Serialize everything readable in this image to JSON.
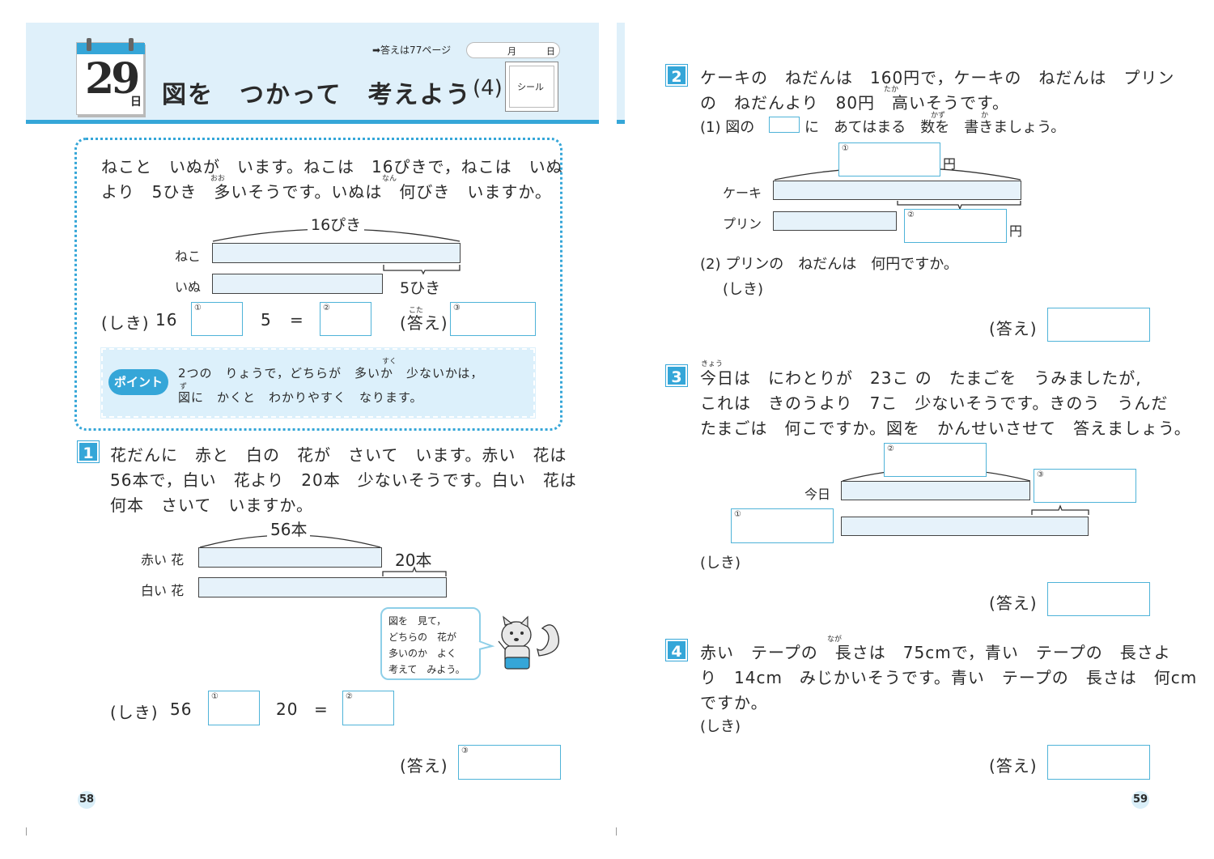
{
  "header": {
    "day_number": "29",
    "day_unit": "日",
    "title": "図を　つかって　考えよう",
    "title_part": "(4)",
    "answer_ref": "➡答えは77ページ",
    "month_label": "月",
    "day_label": "日",
    "sticker_label": "シール"
  },
  "example": {
    "line1": "ねこと　いぬが　います。ねこは　16ぴきで，ねこは　いぬ",
    "line2": "より　5ひき　多いそうです。いぬは　何びき　いますか。",
    "ruby_oo": "おお",
    "ruby_nan": "なん",
    "total_label": "16ぴき",
    "row1_label": "ねこ",
    "row2_label": "いぬ",
    "diff_label": "5ひき",
    "formula_label": "(しき)",
    "formula_a": "16",
    "formula_b": "5",
    "equals": "=",
    "answer_label": "(答え)",
    "ruby_kota": "こた",
    "box1": "①",
    "box2": "②",
    "box3": "③",
    "point_badge": "ポイント",
    "point_line1": "2つの　りょうで，どちらが　多いか　少ないかは，",
    "point_line2": "図に　かくと　わかりやすく　なります。",
    "ruby_suku": "すく",
    "ruby_zu": "ず"
  },
  "q1": {
    "number": "1",
    "line1": "花だんに　赤と　白の　花が　さいて　います。赤い　花は",
    "line2": "56本で，白い　花より　20本　少ないそうです。白い　花は",
    "line3": "何本　さいて　いますか。",
    "total_label": "56本",
    "row1_label": "赤い 花",
    "row2_label": "白い 花",
    "diff_label": "20本",
    "bubble_line1": "図を　見て，",
    "bubble_line2": "どちらの　花が",
    "bubble_line3": "多いのか　よく",
    "bubble_line4": "考えて　みよう。",
    "formula_label": "(しき)",
    "formula_a": "56",
    "formula_b": "20",
    "equals": "=",
    "answer_label": "(答え)",
    "box1": "①",
    "box2": "②",
    "box3": "③"
  },
  "q2": {
    "number": "2",
    "line1": "ケーキの　ねだんは　160円で，ケーキの　ねだんは　プリン",
    "line2": "の　ねだんより　80円　高いそうです。",
    "ruby_taka": "たか",
    "sub1_pre": "(1) 図の",
    "sub1_post": "に　あてはまる　数を　書きましょう。",
    "ruby_kazu": "かず",
    "ruby_ka": "か",
    "row1_label": "ケーキ",
    "row2_label": "プリン",
    "unit": "円",
    "box1": "①",
    "box2": "②",
    "sub2": "(2) プリンの　ねだんは　何円ですか。",
    "formula_label": "(しき)",
    "answer_label": "(答え)"
  },
  "q3": {
    "number": "3",
    "line1": "今日は　にわとりが　23こ の　たまごを　うみましたが,",
    "line2": "これは　きのうより　7こ　少ないそうです。きのう　うんだ",
    "line3": "たまごは　何こですか。図を　かんせいさせて　答えましょう。",
    "ruby_kyou": "きょう",
    "row1_label": "今日",
    "box1": "①",
    "box2": "②",
    "box3": "③",
    "formula_label": "(しき)",
    "answer_label": "(答え)"
  },
  "q4": {
    "number": "4",
    "line1": "赤い　テープの　長さは　75cmで，青い　テープの　長さよ",
    "line2": "り　14cm　みじかいそうです。青い　テープの　長さは　何cm",
    "line3": "ですか。",
    "ruby_naga": "なが",
    "formula_label": "(しき)",
    "answer_label": "(答え)"
  },
  "pages": {
    "left": "58",
    "right": "59"
  },
  "colors": {
    "accent": "#35a6d8",
    "header_bg": "#dff0fa",
    "point_bg": "#dcf0fb",
    "box_border": "#4fb3d8"
  }
}
